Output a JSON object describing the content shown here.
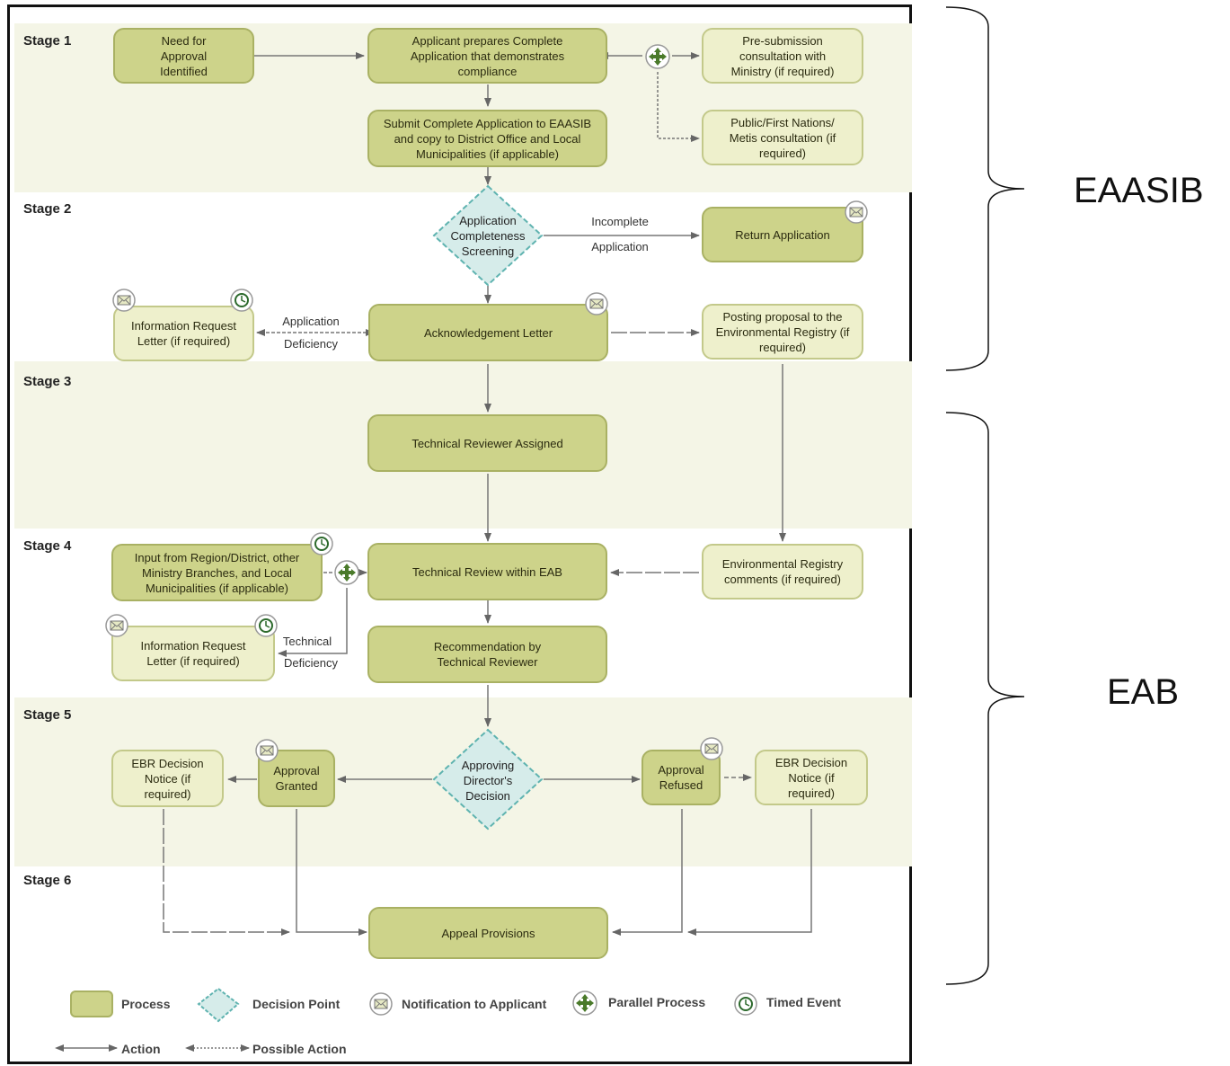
{
  "stages": [
    "Stage 1",
    "Stage 2",
    "Stage 3",
    "Stage 4",
    "Stage 5",
    "Stage 6"
  ],
  "nodes": {
    "need": "Need for Approval Identified",
    "prepare": "Applicant prepares Complete Application that demonstrates compliance",
    "presub": "Pre-submission consultation with Ministry (if required)",
    "submit": "Submit Complete Application to EAASIB and copy to District Office and Local Municipalities (if applicable)",
    "public": "Public/First Nations/ Metis consultation (if required)",
    "screening": "Application Completeness Screening",
    "return_app": "Return Application",
    "info_req1": "Information Request Letter (if required)",
    "ack": "Acknowledgement Letter",
    "posting": "Posting proposal to the Environmental Registry (if required)",
    "tech_assigned": "Technical Reviewer Assigned",
    "input_region": "Input from Region/District, other Ministry Branches, and Local Municipalities (if applicable)",
    "tech_review": "Technical Review within EAB",
    "er_comments": "Environmental Registry comments (if required)",
    "info_req2": "Information Request Letter (if required)",
    "recommendation": "Recommendation by Technical Reviewer",
    "ebr_left": "EBR Decision Notice (if required)",
    "granted": "Approval Granted",
    "director": "Approving Director's Decision",
    "refused": "Approval Refused",
    "ebr_right": "EBR Decision Notice (if required)",
    "appeal": "Appeal Provisions"
  },
  "edge_labels": {
    "incomplete_1": "Incomplete",
    "incomplete_2": "Application",
    "deficiency1_1": "Application",
    "deficiency1_2": "Deficiency",
    "deficiency2_1": "Technical",
    "deficiency2_2": "Deficiency"
  },
  "legend": {
    "process": "Process",
    "decision": "Decision Point",
    "notification": "Notification to Applicant",
    "parallel": "Parallel Process",
    "timed": "Timed Event",
    "action": "Action",
    "possible": "Possible Action"
  },
  "brackets": {
    "upper": "EAASIB",
    "lower": "EAB"
  },
  "colors": {
    "process_fill": "#cdd38a",
    "process_light_fill": "#eef0cc",
    "decision_fill": "#d6ecea",
    "decision_border": "#5fb3b0",
    "parallel_icon": "#4a7a2a",
    "band": "#f4f5e6"
  }
}
